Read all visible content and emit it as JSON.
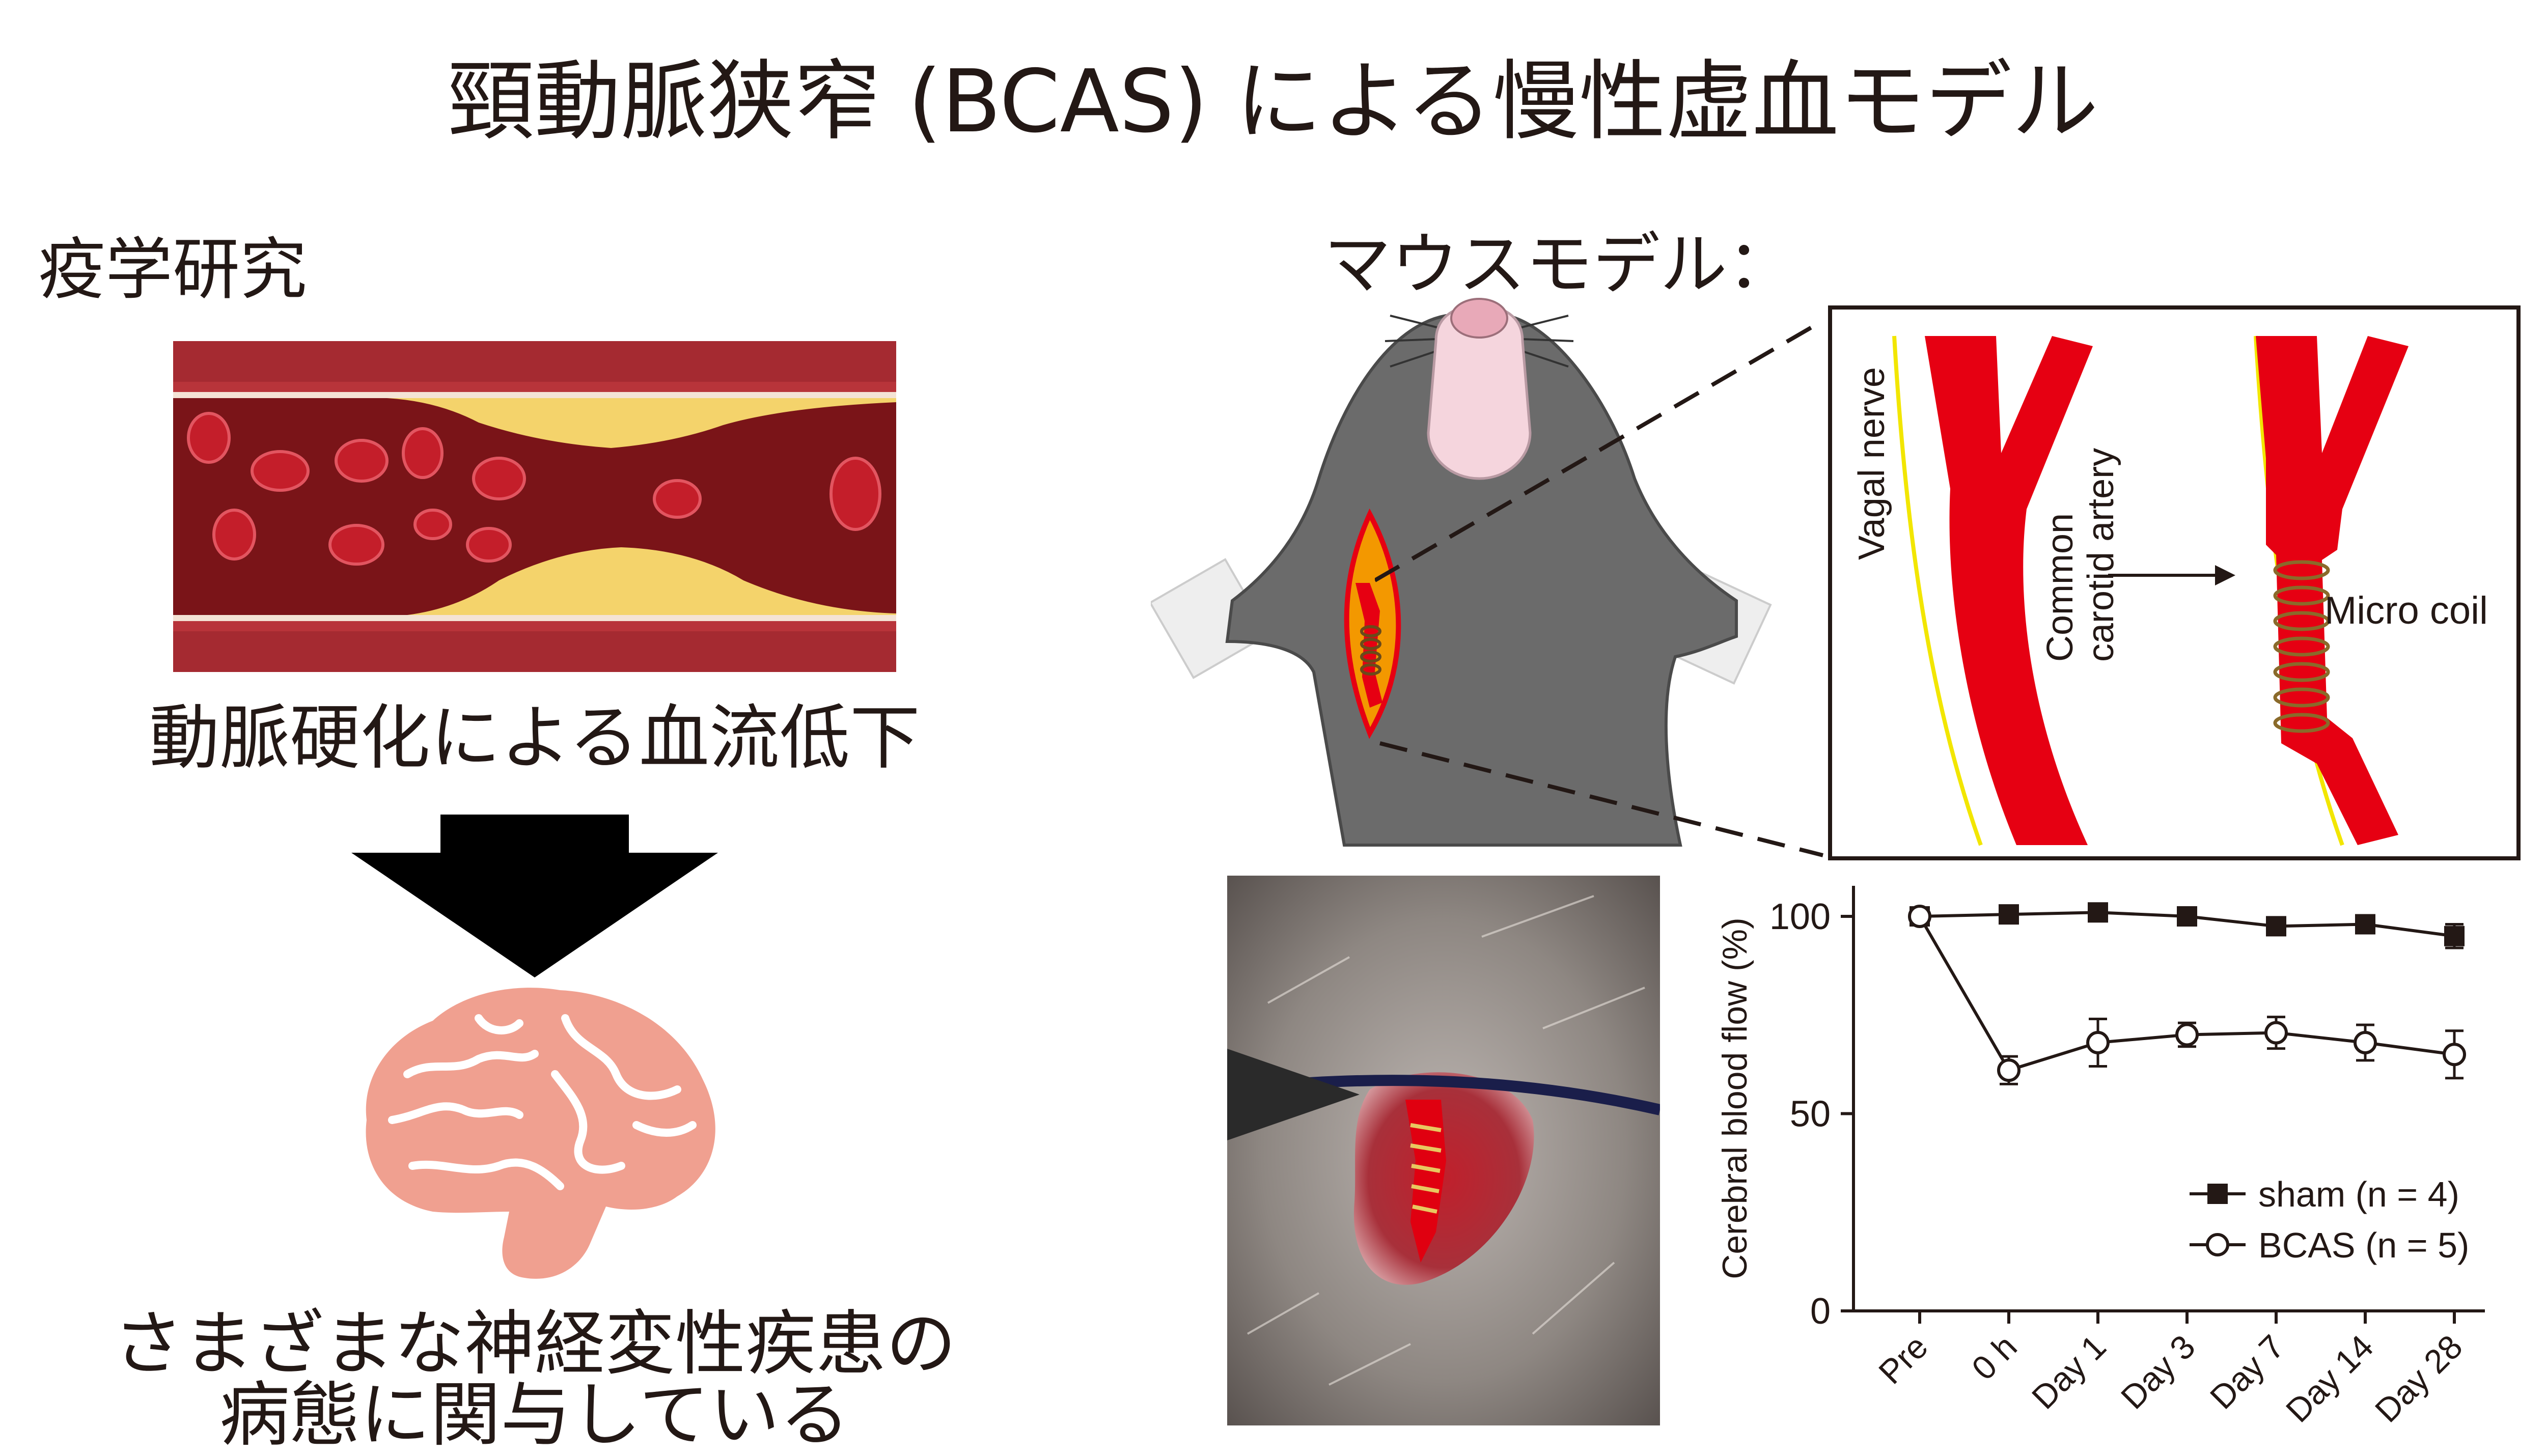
{
  "title": "頸動脈狭窄 (BCAS) による慢性虚血モデル",
  "left": {
    "heading": "疫学研究",
    "artery_caption": "動脈硬化による血流低下",
    "bottom_caption_line1": "さまざまな神経変性疾患の",
    "bottom_caption_line2": "病態に関与している"
  },
  "right": {
    "heading": "マウスモデル：",
    "inset": {
      "vagal_nerve": "Vagal nerve",
      "common": "Common",
      "carotid_artery": "carotid artery",
      "micro_coil": "Micro coil"
    }
  },
  "colors": {
    "artery_red": "#e60012",
    "vessel_dark": "#7a1418",
    "plaque": "#f4d36b",
    "brain": "#f0a090",
    "mouse": "#6b6b6b"
  },
  "chart_data": {
    "type": "line",
    "categories": [
      "Pre",
      "0 h",
      "Day 1",
      "Day 3",
      "Day 7",
      "Day 14",
      "Day 28"
    ],
    "ylabel": "Cerebral blood flow (%)",
    "xlabel": "",
    "ylim": [
      0,
      100
    ],
    "yticks": [
      0,
      50,
      100
    ],
    "series": [
      {
        "name": "sham (n = 4)",
        "marker": "filled-square",
        "values": [
          100,
          100.5,
          101,
          100,
          97.5,
          98,
          95
        ],
        "errors": [
          0.5,
          1,
          1,
          1,
          2,
          1.5,
          3
        ]
      },
      {
        "name": "BCAS (n = 5)",
        "marker": "open-circle",
        "values": [
          100,
          61,
          68,
          70,
          70.5,
          68,
          65
        ],
        "errors": [
          0.5,
          3.5,
          6,
          3,
          4,
          4.5,
          6
        ]
      }
    ]
  }
}
